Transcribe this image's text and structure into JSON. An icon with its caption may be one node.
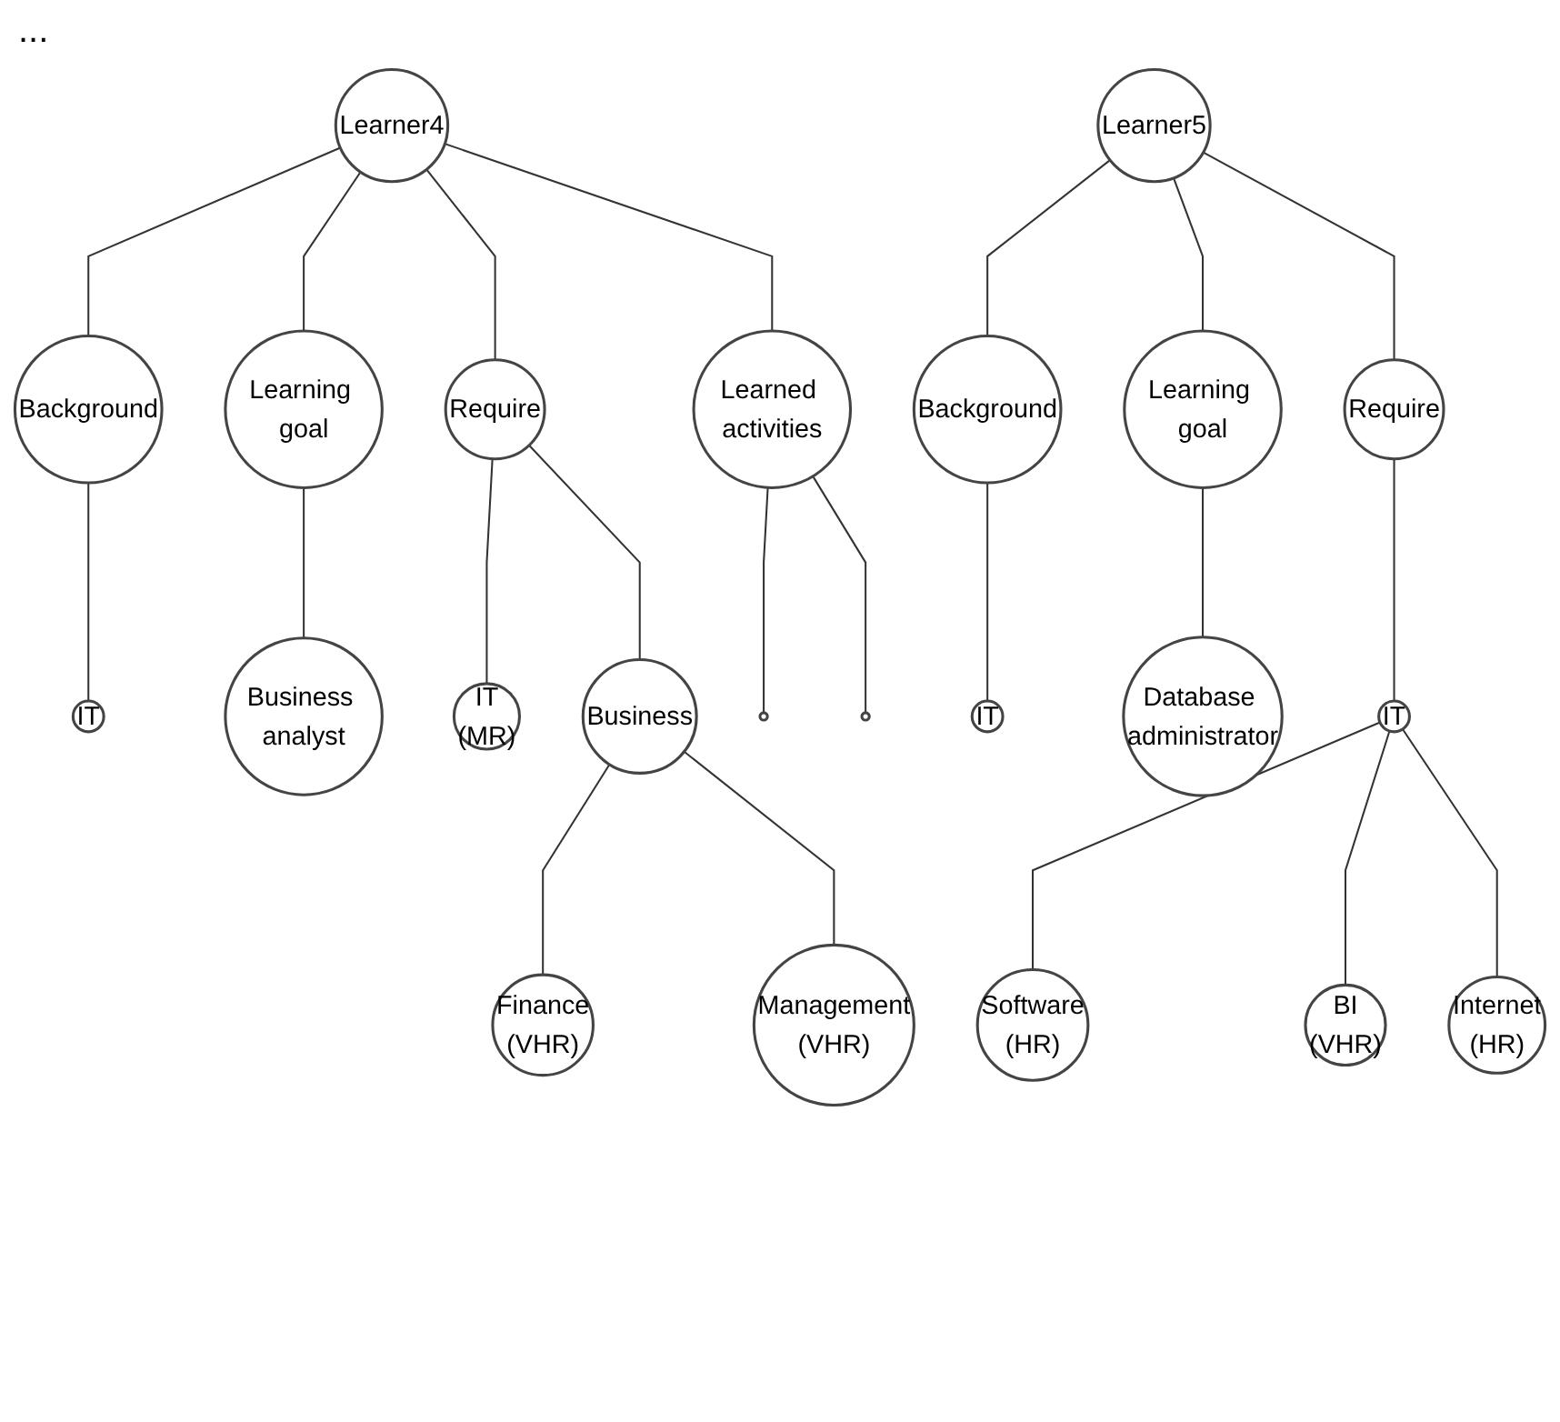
{
  "diagram": {
    "nodes": [
      {
        "text": [
          "Learner4"
        ]
      },
      {
        "text": [
          "Background"
        ]
      },
      {
        "text": [
          "IT"
        ]
      },
      {
        "text": [
          "Learning goal"
        ]
      },
      {
        "text": [
          "Business analyst"
        ]
      },
      {
        "text": [
          "Require"
        ]
      },
      {
        "text": [
          "IT",
          "(MR)"
        ]
      },
      {
        "text": [
          "Business"
        ]
      },
      {
        "text": [
          "Finance",
          "(VHR)"
        ]
      },
      {
        "text": [
          "Management",
          "(VHR)"
        ]
      },
      {
        "text": [
          "Learned activities"
        ]
      },
      {
        "text": [],
        "shape": "circle"
      },
      {
        "text": [],
        "shape": "circle"
      },
      {
        "text": [
          "Learner5"
        ]
      },
      {
        "text": [
          "Background"
        ]
      },
      {
        "text": [
          "IT"
        ]
      },
      {
        "text": [
          "Learning goal"
        ]
      },
      {
        "text": [
          "Database administrator"
        ]
      },
      {
        "text": [
          "Require"
        ]
      },
      {
        "text": [
          "IT"
        ]
      },
      {
        "text": [
          "Software",
          "(HR)"
        ]
      },
      {
        "text": [
          "BI",
          "(VHR)"
        ]
      },
      {
        "text": [
          "Internet",
          "(HR)"
        ]
      }
    ],
    "edges": [
      {
        "from": 0,
        "to": 1,
        "arrow": "none"
      },
      {
        "from": 1,
        "to": 2,
        "arrow": "none"
      },
      {
        "from": 0,
        "to": 3,
        "arrow": "none"
      },
      {
        "from": 3,
        "to": 4,
        "arrow": "none"
      },
      {
        "from": 0,
        "to": 5,
        "arrow": "none"
      },
      {
        "from": 5,
        "to": 6,
        "arrow": "none"
      },
      {
        "from": 5,
        "to": 7,
        "arrow": "none"
      },
      {
        "from": 7,
        "to": 8,
        "arrow": "none"
      },
      {
        "from": 7,
        "to": 9,
        "arrow": "none"
      },
      {
        "from": 0,
        "to": 10,
        "arrow": "none"
      },
      {
        "from": 10,
        "to": 11,
        "arrow": "none"
      },
      {
        "from": 10,
        "to": 12,
        "arrow": "none"
      },
      {
        "from": 13,
        "to": 14,
        "arrow": "none"
      },
      {
        "from": 14,
        "to": 15,
        "arrow": "none"
      },
      {
        "from": 13,
        "to": 16,
        "arrow": "none"
      },
      {
        "from": 16,
        "to": 17,
        "arrow": "none"
      },
      {
        "from": 13,
        "to": 18,
        "arrow": "none"
      },
      {
        "from": 18,
        "to": 19,
        "arrow": "none"
      },
      {
        "from": 19,
        "to": 20,
        "arrow": "none"
      },
      {
        "from": 19,
        "to": 21,
        "arrow": "none"
      },
      {
        "from": 19,
        "to": 22,
        "arrow": "none"
      }
    ],
    "labels": [
      "..."
    ]
  }
}
